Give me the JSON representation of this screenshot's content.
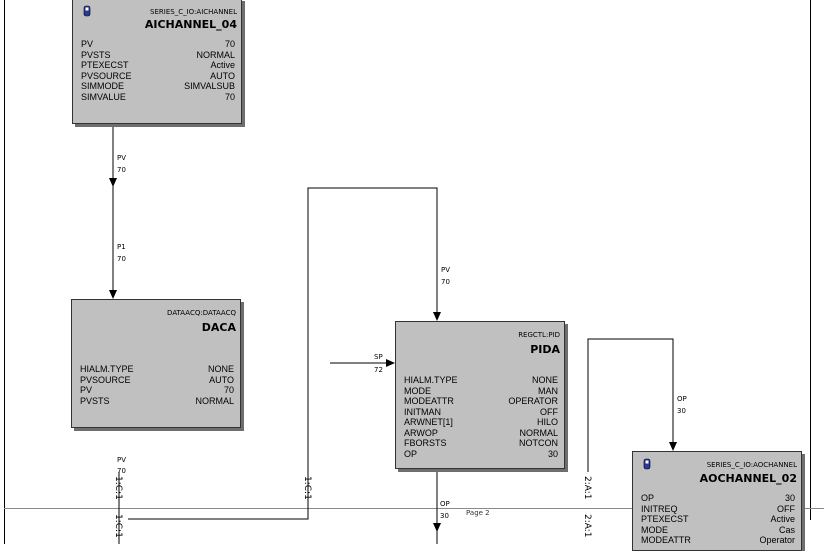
{
  "blocks": {
    "aichannel": {
      "type": "SERIES_C_IO:AICHANNEL",
      "name": "AICHANNEL_04",
      "rows": [
        {
          "param": "PV",
          "value": "70"
        },
        {
          "param": "PVSTS",
          "value": "NORMAL"
        },
        {
          "param": "PTEXECST",
          "value": "Active"
        },
        {
          "param": "PVSOURCE",
          "value": "AUTO"
        },
        {
          "param": "SIMMODE",
          "value": "SIMVALSUB"
        },
        {
          "param": "SIMVALUE",
          "value": "70"
        }
      ]
    },
    "daca": {
      "type": "DATAACQ:DATAACQ",
      "name": "DACA",
      "rows": [
        {
          "param": "HIALM.TYPE",
          "value": "NONE"
        },
        {
          "param": "PVSOURCE",
          "value": "AUTO"
        },
        {
          "param": "PV",
          "value": "70"
        },
        {
          "param": "PVSTS",
          "value": "NORMAL"
        }
      ]
    },
    "pida": {
      "type": "REGCTL:PID",
      "name": "PIDA",
      "rows": [
        {
          "param": "HIALM.TYPE",
          "value": "NONE"
        },
        {
          "param": "MODE",
          "value": "MAN"
        },
        {
          "param": "MODEATTR",
          "value": "OPERATOR"
        },
        {
          "param": "INITMAN",
          "value": "OFF"
        },
        {
          "param": "ARWNET[1]",
          "value": "HILO"
        },
        {
          "param": "ARWOP",
          "value": "NORMAL"
        },
        {
          "param": "FBORSTS",
          "value": "NOTCON"
        },
        {
          "param": "OP",
          "value": "30"
        }
      ]
    },
    "aochannel": {
      "type": "SERIES_C_IO:AOCHANNEL",
      "name": "AOCHANNEL_02",
      "rows": [
        {
          "param": "OP",
          "value": "30"
        },
        {
          "param": "INITREQ",
          "value": "OFF"
        },
        {
          "param": "PTEXECST",
          "value": "Active"
        },
        {
          "param": "MODE",
          "value": "Cas"
        },
        {
          "param": "MODEATTR",
          "value": "Operator"
        }
      ]
    }
  },
  "wire_labels": {
    "ai_pv_name": "PV",
    "ai_pv_value": "70",
    "daca_p1_name": "P1",
    "daca_p1_value": "70",
    "daca_pv_name": "PV",
    "daca_pv_value": "70",
    "pida_pv_name": "PV",
    "pida_pv_value": "70",
    "pida_sp_name": "SP",
    "pida_sp_value": "72",
    "pida_op_name": "OP",
    "pida_op_value": "30",
    "ao_op_name": "OP",
    "ao_op_value": "30"
  },
  "connectors": {
    "c1_left": "1:C:1",
    "c1_left_lower": "1:C:1",
    "c1_mid": "1:C:1",
    "a1_left": "2:A:1",
    "a1_left_lower": "2:A:1"
  },
  "page_label": "Page 2",
  "colors": {
    "block_fill": "#c0c0c0",
    "block_shadow": "#6e6e6e",
    "wire": "#000000"
  }
}
